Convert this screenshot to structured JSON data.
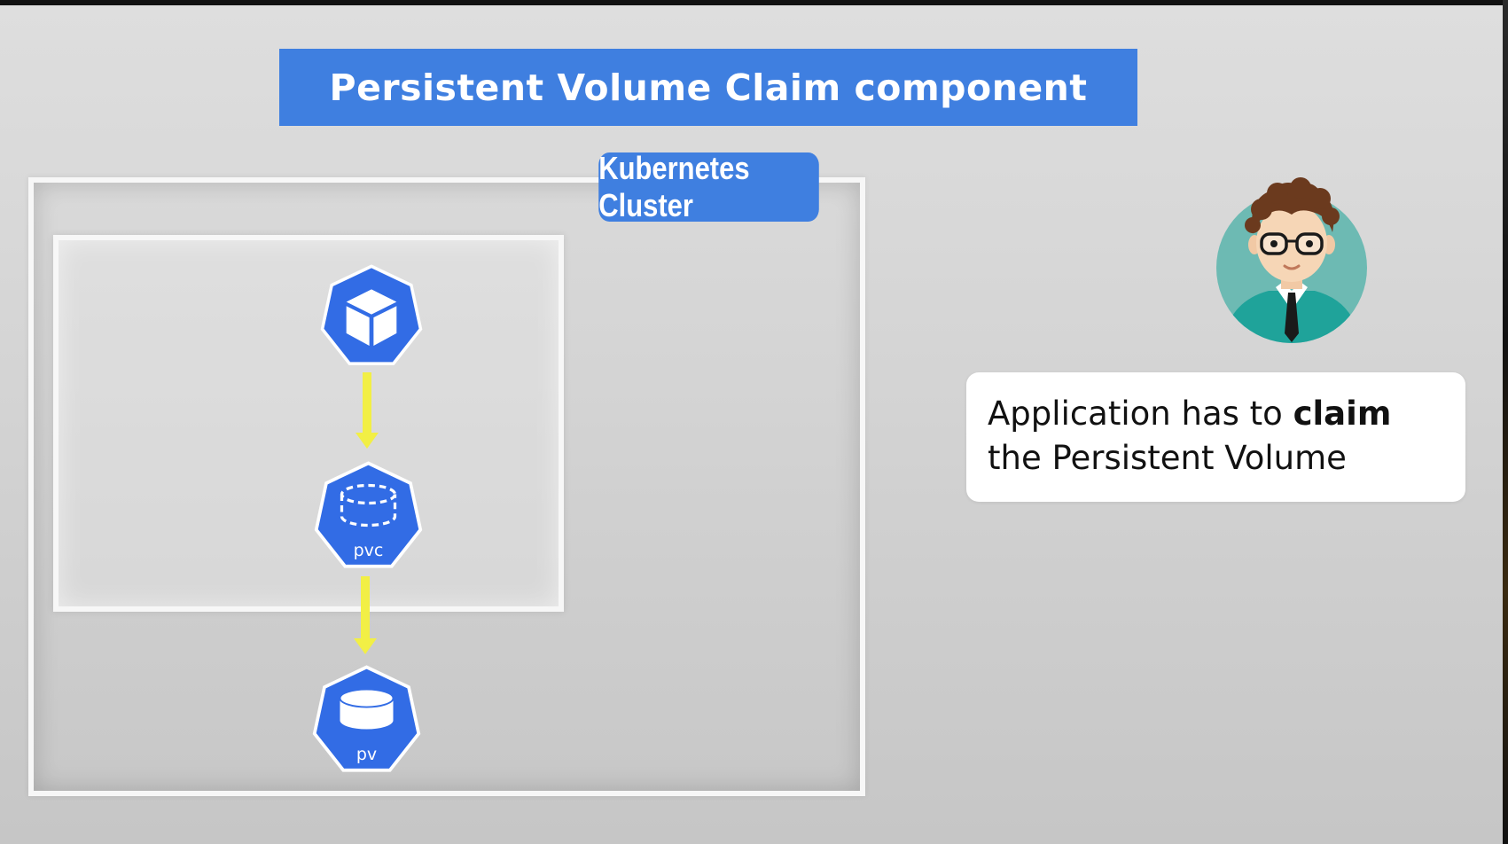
{
  "title": "Persistent Volume Claim component",
  "cluster_label": "Kubernetes Cluster",
  "nodes": {
    "pod": {
      "label": "",
      "icon": "cube-icon"
    },
    "pvc": {
      "label": "pvc",
      "icon": "dashed-cylinder-icon"
    },
    "pv": {
      "label": "pv",
      "icon": "cylinder-icon"
    }
  },
  "info_card": {
    "part1": "Application has to ",
    "bold": "claim",
    "part2": "the Persistent Volume"
  },
  "colors": {
    "accent_blue": "#3f7fe0",
    "node_blue": "#326ce5",
    "arrow_yellow": "#f2ef45",
    "avatar_bg": "#6dbab3"
  }
}
